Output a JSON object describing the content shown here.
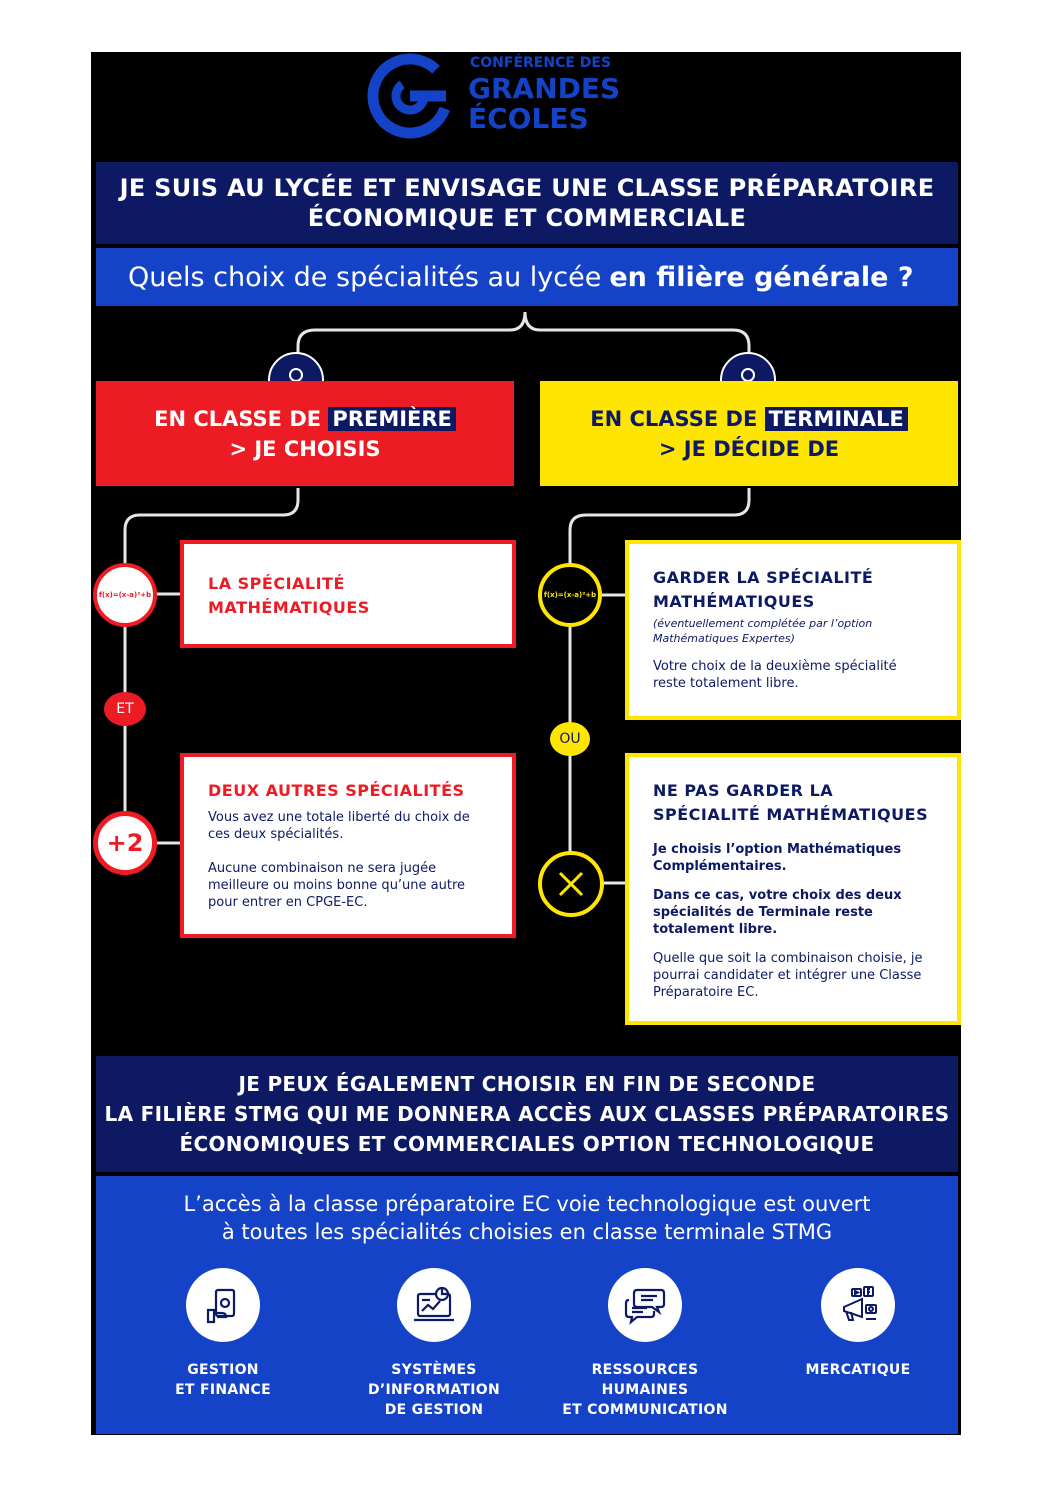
{
  "colors": {
    "navy": "#0d1a63",
    "blue": "#1443c8",
    "red": "#ed1c24",
    "yellow": "#ffe600",
    "black": "#000000",
    "connector": "#e6e6e6"
  },
  "logo": {
    "line1": "CONFÉRENCE DES",
    "line2": "GRANDES",
    "line3": "ÉCOLES",
    "icon": "cge-logo"
  },
  "header": {
    "title_line1": "JE SUIS AU LYCÉE ET ENVISAGE UNE CLASSE PRÉPARATOIRE",
    "title_line2": "ÉCONOMIQUE ET COMMERCIALE",
    "question_normal": "Quels choix de spécialités au lycée",
    "question_bold": "en filière générale ?"
  },
  "premiere": {
    "icon": "user-icon",
    "heading_prefix": "EN CLASSE DE ",
    "heading_highlight": "PREMIÈRE",
    "heading_line2": "> JE CHOISIS",
    "card1": {
      "title_line1": "LA SPÉCIALITÉ",
      "title_line2": "MATHÉMATIQUES",
      "formula": "f(x)=(x-a)²+b"
    },
    "connector_label": "ET",
    "card2": {
      "badge": "+2",
      "title": "DEUX AUTRES SPÉCIALITÉS",
      "p1_line1": "Vous avez une totale liberté du choix de",
      "p1_line2": "ces deux spécialités.",
      "p2_line1": "Aucune combinaison ne sera jugée",
      "p2_line2": "meilleure ou moins bonne qu’une autre",
      "p2_line3": "pour entrer en CPGE-EC."
    }
  },
  "terminale": {
    "icon": "user-icon",
    "heading_prefix": "EN CLASSE DE ",
    "heading_highlight": "TERMINALE",
    "heading_line2": "> JE DÉCIDE DE",
    "card1": {
      "formula": "f(x)=(x-a)²+b",
      "title_line1": "GARDER LA SPÉCIALITÉ",
      "title_line2": "MATHÉMATIQUES",
      "note_line1": "(éventuellement complétée par l’option",
      "note_line2": "Mathématiques Expertes)",
      "body_line1": "Votre choix de la deuxième spécialité",
      "body_line2": "reste totalement libre."
    },
    "connector_label": "OU",
    "card2": {
      "icon": "cross-icon",
      "title_line1": "NE PAS GARDER LA",
      "title_line2": "SPÉCIALITÉ MATHÉMATIQUES",
      "b1_line1": "Je choisis l’option Mathématiques",
      "b1_line2": "Complémentaires.",
      "b2_line1": "Dans ce cas, votre choix des deux",
      "b2_line2": "spécialités de Terminale reste",
      "b2_line3": "totalement libre.",
      "p_line1": "Quelle que soit la combinaison choisie, je",
      "p_line2": "pourrai candidater et intégrer une Classe",
      "p_line3": "Préparatoire EC."
    }
  },
  "stmg": {
    "title_line1": "JE PEUX ÉGALEMENT CHOISIR EN FIN DE SECONDE",
    "title_line2": "LA FILIÈRE STMG QUI ME DONNERA ACCÈS AUX CLASSES PRÉPARATOIRES",
    "title_line3": "ÉCONOMIQUES ET COMMERCIALES OPTION TECHNOLOGIQUE",
    "text_line1": "L’accès à la classe préparatoire EC voie technologique est ouvert",
    "text_line2": "à toutes les spécialités choisies en classe terminale STMG",
    "specialties": [
      {
        "icon": "money-icon",
        "line1": "GESTION",
        "line2": "ET FINANCE",
        "line3": ""
      },
      {
        "icon": "laptop-chart-icon",
        "line1": "SYSTÈMES",
        "line2": "D’INFORMATION",
        "line3": "DE GESTION"
      },
      {
        "icon": "chat-bubbles-icon",
        "line1": "RESSOURCES",
        "line2": "HUMAINES",
        "line3": "ET COMMUNICATION"
      },
      {
        "icon": "megaphone-icon",
        "line1": "MERCATIQUE",
        "line2": "",
        "line3": ""
      }
    ]
  }
}
